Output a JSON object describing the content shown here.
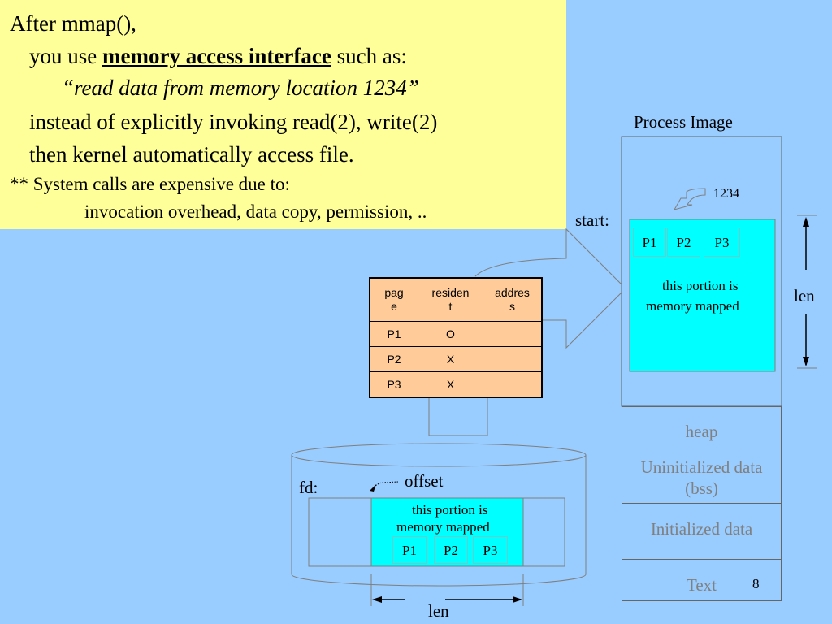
{
  "note": {
    "line1": "After mmap(),",
    "line2_prefix": "you use ",
    "line2_bold": "memory access interface",
    "line2_suffix": " such as:",
    "line3": "“read data from  memory location 1234”",
    "line4": "instead of explicitly invoking read(2),  write(2)",
    "line5": "then kernel automatically access file.",
    "line6": "**  System calls are expensive due to:",
    "line7": "invocation overhead, data copy, permission, .."
  },
  "process": {
    "title": "Process  Image",
    "address": "1234",
    "start_label": "start:",
    "len_label": "len",
    "pages": [
      "P1",
      "P2",
      "P3"
    ],
    "mapped_text_1": "this portion is",
    "mapped_text_2": "memory mapped",
    "segments": {
      "heap": "heap",
      "bss_1": "Uninitialized data",
      "bss_2": "(bss)",
      "data": "Initialized data",
      "text": "Text"
    }
  },
  "page_table": {
    "headers": [
      "pag\ne",
      "residen\nt",
      "addres\ns"
    ],
    "rows": [
      {
        "page": "P1",
        "resident": "O",
        "address": ""
      },
      {
        "page": "P2",
        "resident": "X",
        "address": ""
      },
      {
        "page": "P3",
        "resident": "X",
        "address": ""
      }
    ]
  },
  "file": {
    "fd_label": "fd:",
    "offset_label": "offset",
    "len_label": "len",
    "mapped_text_1": "this portion is",
    "mapped_text_2": "memory mapped",
    "pages": [
      "P1",
      "P2",
      "P3"
    ]
  },
  "slide_number": "8",
  "colors": {
    "background": "#99ccff",
    "note": "#ffff99",
    "mapped": "#00ffff",
    "table": "#ffcc99",
    "segment_text": "#808080"
  }
}
